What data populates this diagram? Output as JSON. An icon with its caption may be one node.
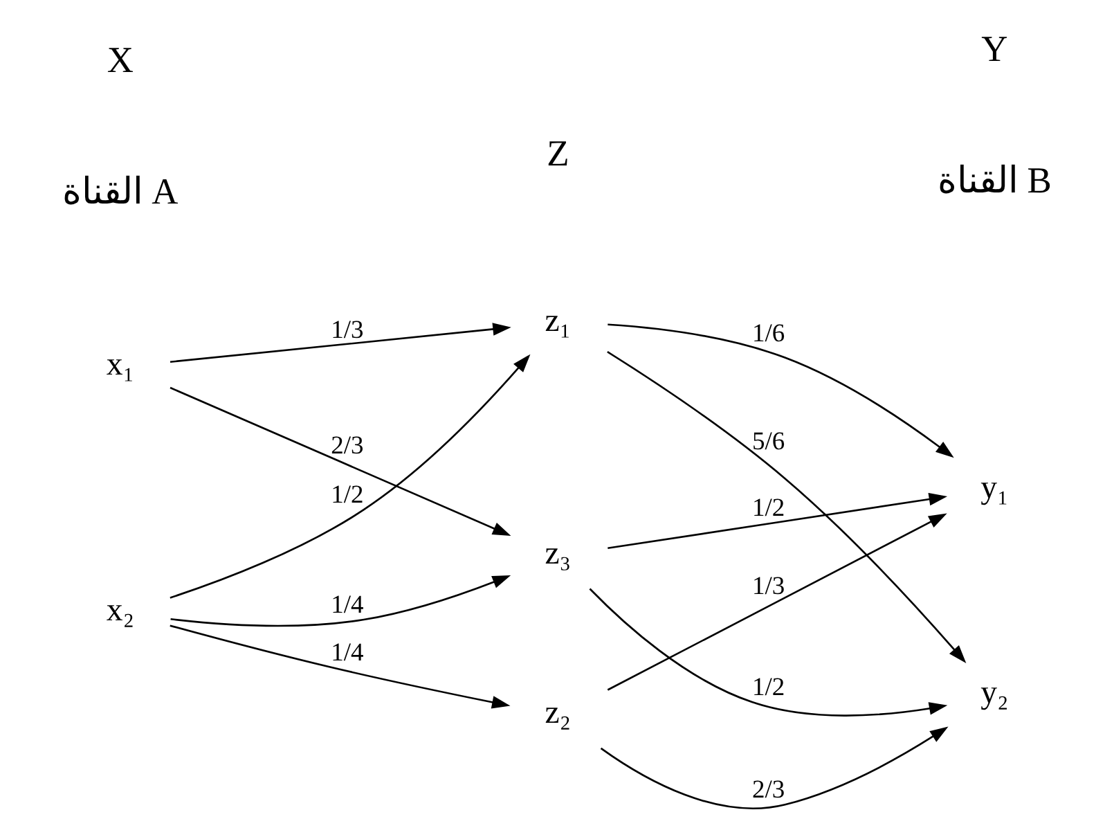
{
  "diagram": {
    "nodes": [
      {
        "text": [
          "x₁"
        ]
      },
      {
        "text": [
          "x₂"
        ]
      },
      {
        "text": [
          "z₁"
        ]
      },
      {
        "text": [
          "z₂"
        ]
      },
      {
        "text": [
          "z₃"
        ]
      },
      {
        "text": [
          "y₁"
        ]
      },
      {
        "text": [
          "y₂"
        ]
      }
    ],
    "edges": [
      {
        "from": 0,
        "to": 2,
        "arrow": "to",
        "label": "1/3"
      },
      {
        "from": 0,
        "to": 4,
        "arrow": "to",
        "label": "2/3"
      },
      {
        "from": 1,
        "to": 2,
        "arrow": "to",
        "label": "1/2"
      },
      {
        "from": 1,
        "to": 3,
        "arrow": "to",
        "label": "1/4"
      },
      {
        "from": 1,
        "to": 4,
        "arrow": "to",
        "label": "1/4"
      },
      {
        "from": 2,
        "to": 5,
        "arrow": "to",
        "label": "1/6"
      },
      {
        "from": 2,
        "to": 6,
        "arrow": "to",
        "label": "5/6"
      },
      {
        "from": 3,
        "to": 5,
        "arrow": "to",
        "label": "1/3"
      },
      {
        "from": 3,
        "to": 6,
        "arrow": "to",
        "label": "2/3"
      },
      {
        "from": 4,
        "to": 5,
        "arrow": "to",
        "label": "1/2"
      },
      {
        "from": 4,
        "to": 6,
        "arrow": "to",
        "label": "1/2"
      }
    ],
    "labels": [
      "X",
      "Z",
      "Y",
      "القناة A",
      "القناة B"
    ]
  }
}
